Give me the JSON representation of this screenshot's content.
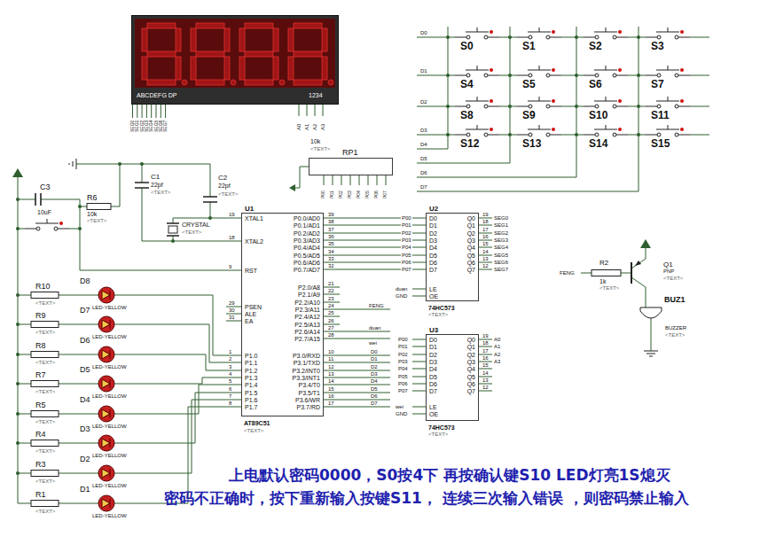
{
  "diagram": {
    "nodes": [
      {
        "text": [
          "ABCDEFG DP",
          "1234"
        ]
      },
      {
        "text": [
          "10k",
          "<TEXT>",
          "RP1"
        ]
      },
      {
        "text": [
          "U1",
          "XTAL1",
          "XTAL2",
          "RST",
          "PSEN",
          "ALE",
          "EA",
          "P1.0",
          "P1.1",
          "P1.2",
          "P1.3",
          "P1.4",
          "P1.5",
          "P1.6",
          "P1.7",
          "P0.0/AD0",
          "P0.1/AD1",
          "P0.2/AD2",
          "P0.3/AD3",
          "P0.4/AD4",
          "P0.5/AD5",
          "P0.6/AD6",
          "P0.7/AD7",
          "P2.0/A8",
          "P2.1/A9",
          "P2.2/A10",
          "P2.3/A11",
          "P2.4/A12",
          "P2.5/A13",
          "P2.6/A14",
          "P2.7/A15",
          "P3.0/RXD",
          "P3.1/TXD",
          "P3.2/INT0",
          "P3.3/INT1",
          "P3.4/T0",
          "P3.5/T1",
          "P3.6/WR",
          "P3.7/RD",
          "AT89C51",
          "<TEXT>"
        ]
      },
      {
        "text": [
          "U2",
          "D0",
          "D1",
          "D2",
          "D3",
          "D4",
          "D5",
          "D6",
          "D7",
          "Q0",
          "Q1",
          "Q2",
          "Q3",
          "Q4",
          "Q5",
          "Q6",
          "Q7",
          "LE",
          "OE",
          "74HC573",
          "<TEXT>"
        ]
      },
      {
        "text": [
          "U3",
          "D0",
          "D1",
          "D2",
          "D3",
          "D4",
          "D5",
          "D6",
          "D7",
          "Q0",
          "Q1",
          "Q2",
          "Q3",
          "Q4",
          "Q5",
          "Q6",
          "Q7",
          "LE",
          "OE",
          "74HC573",
          "<TEXT>"
        ]
      }
    ],
    "edges": [
      {
        "from": 2,
        "to": 3,
        "arrow": "none"
      },
      {
        "from": 2,
        "to": 3,
        "arrow": "none"
      },
      {
        "from": 2,
        "to": 3,
        "arrow": "none"
      },
      {
        "from": 2,
        "to": 3,
        "arrow": "none"
      },
      {
        "from": 2,
        "to": 3,
        "arrow": "none"
      },
      {
        "from": 2,
        "to": 3,
        "arrow": "none"
      },
      {
        "from": 2,
        "to": 3,
        "arrow": "none"
      },
      {
        "from": 2,
        "to": 3,
        "arrow": "none"
      }
    ],
    "labels": [
      "SEG0",
      "SEG1",
      "SEG2",
      "SEG3",
      "SEG4",
      "SEG5",
      "SEG6",
      "SEG7",
      "A0",
      "A1",
      "A2",
      "A3",
      "D0",
      "D1",
      "D2",
      "D3",
      "D4",
      "D5",
      "D6",
      "D7",
      "S0",
      "S1",
      "S2",
      "S3",
      "S4",
      "S5",
      "S6",
      "S7",
      "S8",
      "S9",
      "S10",
      "S11",
      "S12",
      "S13",
      "S14",
      "S15",
      "P00",
      "P01",
      "P02",
      "P03",
      "P04",
      "P05",
      "P06",
      "P07",
      "19",
      "18",
      "9",
      "29",
      "30",
      "31",
      "1",
      "2",
      "3",
      "4",
      "5",
      "6",
      "7",
      "8",
      "39",
      "38",
      "37",
      "36",
      "35",
      "34",
      "33",
      "32",
      "21",
      "22",
      "23",
      "24",
      "25",
      "26",
      "27",
      "28",
      "10",
      "11",
      "12",
      "13",
      "14",
      "15",
      "16",
      "17",
      "P00",
      "P01",
      "P02",
      "P03",
      "P04",
      "P05",
      "P06",
      "P07",
      "FENG",
      "duan",
      "wei",
      "D0",
      "D1",
      "D2",
      "D3",
      "D4",
      "D5",
      "D6",
      "D7",
      "19",
      "18",
      "17",
      "16",
      "15",
      "14",
      "13",
      "12",
      "SEG0",
      "SEG1",
      "SEG2",
      "SEG3",
      "SEG4",
      "SEG5",
      "SEG6",
      "SEG7",
      "duan",
      "GND",
      "P00",
      "P01",
      "P02",
      "P03",
      "P04",
      "P05",
      "P06",
      "P07",
      "19",
      "18",
      "17",
      "16",
      "15",
      "14",
      "13",
      "12",
      "A0",
      "A1",
      "A2",
      "A3",
      "wei",
      "GND",
      "C1",
      "22pf",
      "<TEXT>",
      "C2",
      "22pf",
      "<TEXT>",
      "CRYSTAL",
      "<TEXT>",
      "C3",
      "10uF",
      "R6",
      "10k",
      "<TEXT>",
      "R10",
      "<TEXT>",
      "D8",
      "LED-YELLOW",
      "R9",
      "<TEXT>",
      "D7",
      "LED-YELLOW",
      "R8",
      "<TEXT>",
      "D6",
      "LED-YELLOW",
      "R7",
      "<TEXT>",
      "D5",
      "LED-YELLOW",
      "R5",
      "<TEXT>",
      "D4",
      "LED-YELLOW",
      "R4",
      "<TEXT>",
      "D3",
      "LED-YELLOW",
      "R3",
      "<TEXT>",
      "D2",
      "LED-YELLOW",
      "R1",
      "<TEXT>",
      "D1",
      "LED-YELLOW",
      "FENG",
      "R2",
      "1k",
      "<TEXT>",
      "Q1",
      "PNP",
      "<TEXT>",
      "BUZ1",
      "BUZZER",
      "<TEXT>",
      "上电默认密码0000，S0按4下 再按确认键S10 LED灯亮1S熄灭",
      "密码不正确时，按下重新输入按键S11， 连续三次输入错误 ，则密码禁止输入"
    ]
  }
}
